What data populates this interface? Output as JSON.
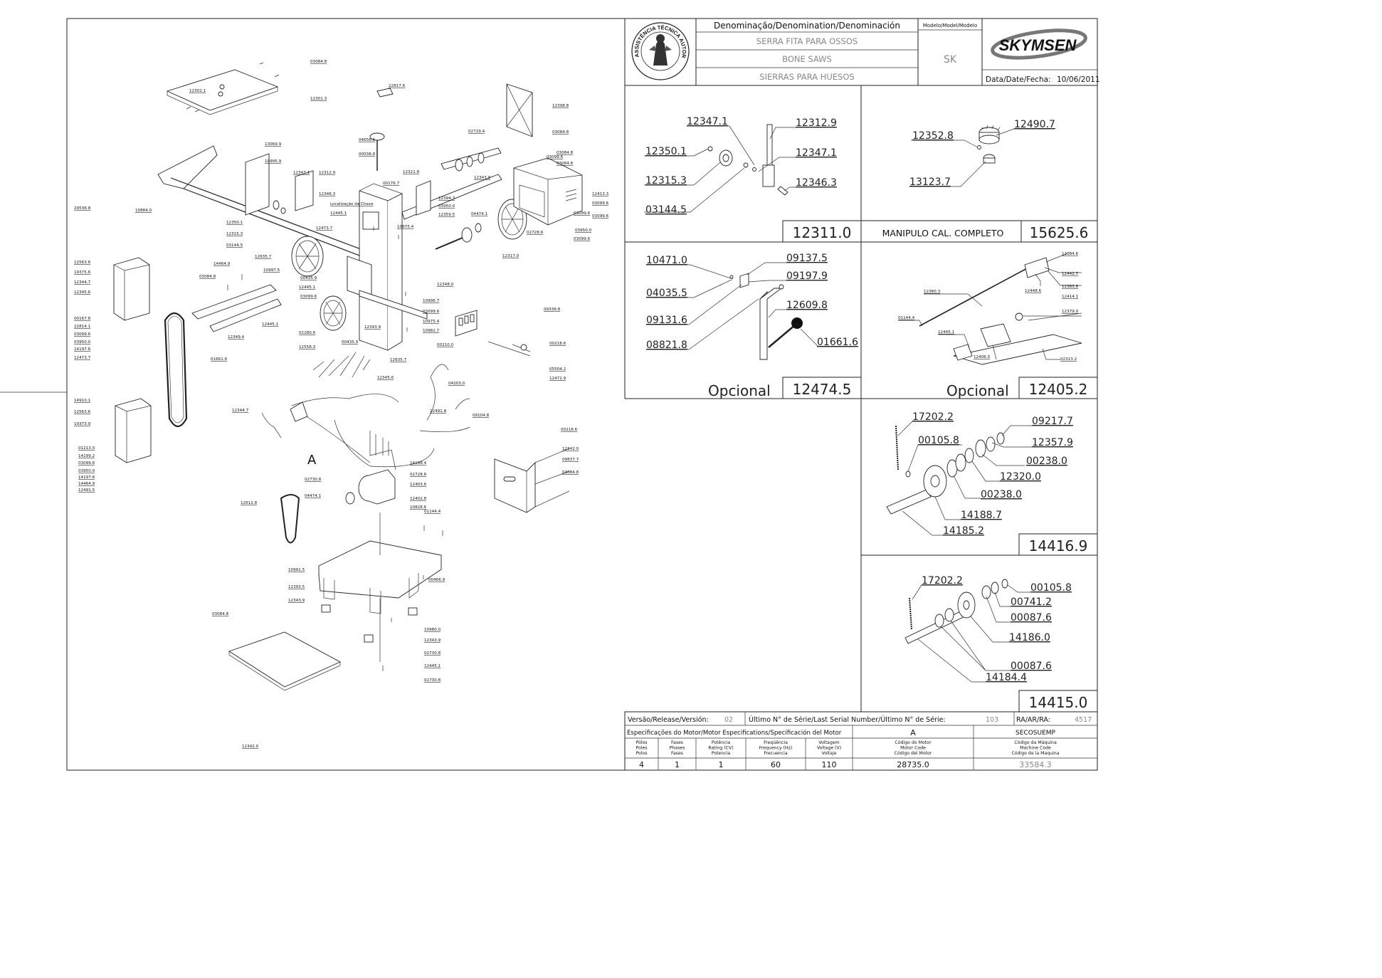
{
  "header": {
    "denomination_label": "Denominação/Denomination/Denominación",
    "names": [
      "SERRA FITA PARA OSSOS",
      "BONE SAWS",
      "SIERRAS PARA HUESOS"
    ],
    "model_label": "Modelo/Model/Modelo",
    "model": "SK",
    "brand": "SKYMSEN",
    "date_label": "Data/Date/Fecha:",
    "date": "10/06/2011",
    "seal_text": "ASSISTÊNCIA TÉCNICA AUTORIZADA"
  },
  "detail_boxes": [
    {
      "code": "12311.0",
      "labels": [
        "12347.1",
        "12312.9",
        "12350.1",
        "12347.1",
        "12315.3",
        "12346.3",
        "03144.5"
      ]
    },
    {
      "title": "MANIPULO CAL. COMPLETO",
      "code": "15625.6",
      "labels": [
        "12352.8",
        "12490.7",
        "13123.7"
      ]
    },
    {
      "prefix": "Opcional",
      "code": "12474.5",
      "labels": [
        "10471.0",
        "09137.5",
        "09197.9",
        "04035.5",
        "12609.8",
        "09131.6",
        "01661.6",
        "08821.8"
      ]
    },
    {
      "prefix": "Opcional",
      "code": "12405.2",
      "labels": [
        "12384.6",
        "12442.7",
        "12383.8",
        "12448.6",
        "12380.3",
        "12414.1",
        "12379.0",
        "01144.4",
        "12445.1",
        "12406.0",
        "02313.2"
      ]
    },
    {
      "code": "14416.9",
      "labels": [
        "17202.2",
        "09217.7",
        "00105.8",
        "12357.9",
        "00238.0",
        "12320.0",
        "00238.0",
        "14188.7",
        "14185.2"
      ]
    },
    {
      "code": "14415.0",
      "labels": [
        "17202.2",
        "00105.8",
        "00741.2",
        "00087.6",
        "14186.0",
        "00087.6",
        "14184.4"
      ]
    }
  ],
  "exploded_view": {
    "marker": "A",
    "labels": [
      "03084.8",
      "12302.1",
      "12301.3",
      "22817.6",
      "12398.8",
      "03084.8",
      "02729.4",
      "04656.6",
      "00038.8",
      "13069.9",
      "10995.9",
      "12347.1",
      "12312.9",
      "12346.3",
      "Localização da Chave",
      "12445.1",
      "12321.8",
      "00176.7",
      "12394.3",
      "03950.0",
      "12359.5",
      "03099.6",
      "03084.8",
      "12413.3",
      "03099.6",
      "03099.6",
      "03950.0",
      "03099.6",
      "03084.8",
      "03099.6",
      "10884.0",
      "12350.1",
      "12315.3",
      "03144.5",
      "12473.7",
      "12635.7",
      "10975.4",
      "12445.1",
      "04474.1",
      "02728.6",
      "12317.0",
      "12343.9",
      "29536.8",
      "12563.6",
      "19375.6",
      "12344.7",
      "12345.6",
      "00167.8",
      "22814.1",
      "03099.6",
      "03950.0",
      "14197.6",
      "14464.9",
      "03084.8",
      "10997.5",
      "00435.9",
      "03099.6",
      "12445.1",
      "12349.4",
      "10996.7",
      "03099.6",
      "10975.4",
      "10982.7",
      "12343.9",
      "09338.8",
      "12348.0",
      "02180.6",
      "12558.3",
      "00435.9",
      "12635.7",
      "00210.0",
      "00218.6",
      "05504.2",
      "12472.9",
      "01661.6",
      "12473.7",
      "14910.1",
      "12563.6",
      "19373.9",
      "12344.7",
      "12345.6",
      "04203.0",
      "12491.8",
      "09104.8",
      "00218.6",
      "01213.0",
      "14199.2",
      "03099.6",
      "03950.0",
      "14197.6",
      "14464.9",
      "12491.5",
      "14198.4",
      "02728.6",
      "12403.6",
      "02730.8",
      "04474.1",
      "12612.8",
      "12402.8",
      "10828.6",
      "01144.4",
      "12342.0",
      "09837.7",
      "03084.8",
      "10991.5",
      "12393.5",
      "12343.9",
      "00466.9",
      "03084.8",
      "10980.0",
      "12343.9",
      "02730.8",
      "12445.1",
      "02730.8",
      "12342.0"
    ]
  },
  "footer": {
    "version_label": "Versão/Release/Versión:",
    "version": "02",
    "serial_label": "Último N° de Série/Last Serial Number/Último N° de Série:",
    "serial": "103",
    "ra_label": "RA/AR/RA:",
    "ra": "4517",
    "motor_spec_label": "Especificações do Motor/Motor Especifications/Specificación del Motor",
    "motor_code_letter": "A",
    "emp_label": "SECOSUEMP",
    "columns": [
      {
        "header": "Pólos\nPoles\nPolos",
        "value": "4"
      },
      {
        "header": "Fases\nPhases\nFases",
        "value": "1"
      },
      {
        "header": "Potência\nRating (CV)\nPotencia",
        "value": "1"
      },
      {
        "header": "Freqüência\nFrequency (Hz)\nFrecuencia",
        "value": "60"
      },
      {
        "header": "Voltagem\nVoltage (V)\nVoltaje",
        "value": "110"
      },
      {
        "header": "Código do Motor\nMotor Code\nCódigo del Motor",
        "value": "28735.0"
      },
      {
        "header": "Código da Máquina\nMachine Code\nCódigo de la Maquina",
        "value": "33584.3"
      }
    ]
  }
}
